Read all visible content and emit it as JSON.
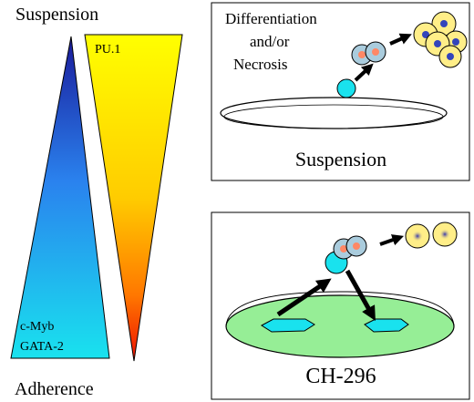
{
  "labels": {
    "top_label": "Suspension",
    "bottom_label": "Adherence",
    "pu1": "PU.1",
    "cmyb": "c-Myb",
    "gata2": "GATA-2"
  },
  "panels": {
    "suspension": {
      "caption": "Suspension",
      "annotation_lines": [
        "Differentiation",
        "and/or",
        "Necrosis"
      ]
    },
    "ch296": {
      "caption": "CH-296"
    }
  },
  "colors": {
    "blue_gradient": [
      "#1a1a9a",
      "#2a82ee",
      "#19e2ee"
    ],
    "yellow_red_gradient": [
      "#ffff00",
      "#ff9900",
      "#ee1100"
    ],
    "dish_fill": "#96ee96",
    "cell_cyan": "#19e2ee",
    "cell_yellow": "#ffee88"
  }
}
